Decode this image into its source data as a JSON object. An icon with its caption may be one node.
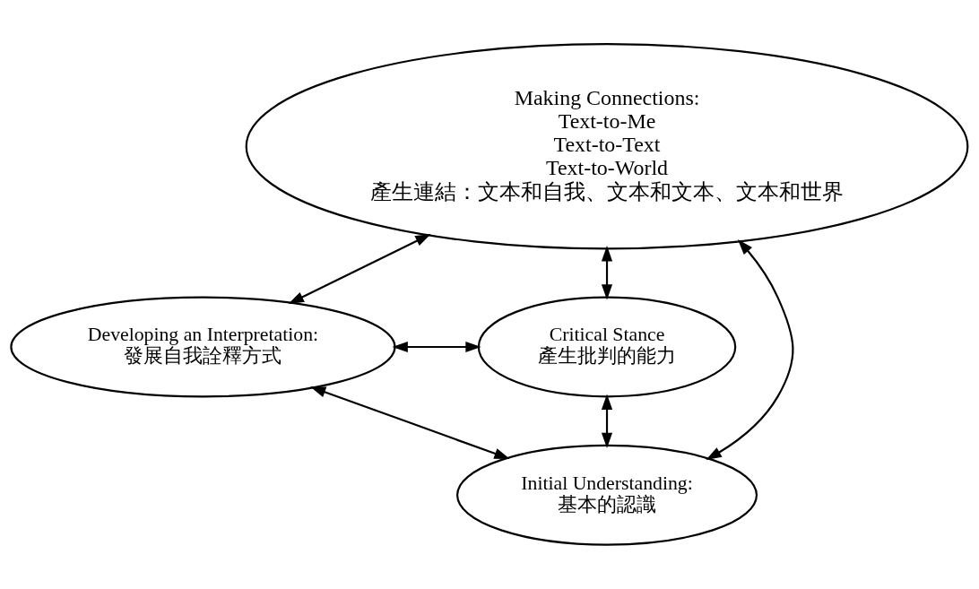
{
  "diagram": {
    "nodes": [
      {
        "text": [
          "Making Connections:",
          "Text-to-Me",
          "Text-to-Text",
          "Text-to-World",
          "產生連結：文本和自我、文本和文本、文本和世界"
        ]
      },
      {
        "text": [
          "Developing an Interpretation:",
          "發展自我詮釋方式"
        ]
      },
      {
        "text": [
          "Critical Stance",
          "產生批判的能力"
        ]
      },
      {
        "text": [
          "Initial Understanding:",
          "基本的認識"
        ]
      }
    ],
    "edges": [
      {
        "from": 0,
        "to": 1,
        "arrow": "both"
      },
      {
        "from": 0,
        "to": 2,
        "arrow": "both"
      },
      {
        "from": 0,
        "to": 3,
        "arrow": "both"
      },
      {
        "from": 1,
        "to": 3,
        "arrow": "both"
      },
      {
        "from": 2,
        "to": 3,
        "arrow": "both"
      },
      {
        "from": 1,
        "to": 2,
        "arrow": "both"
      }
    ]
  }
}
